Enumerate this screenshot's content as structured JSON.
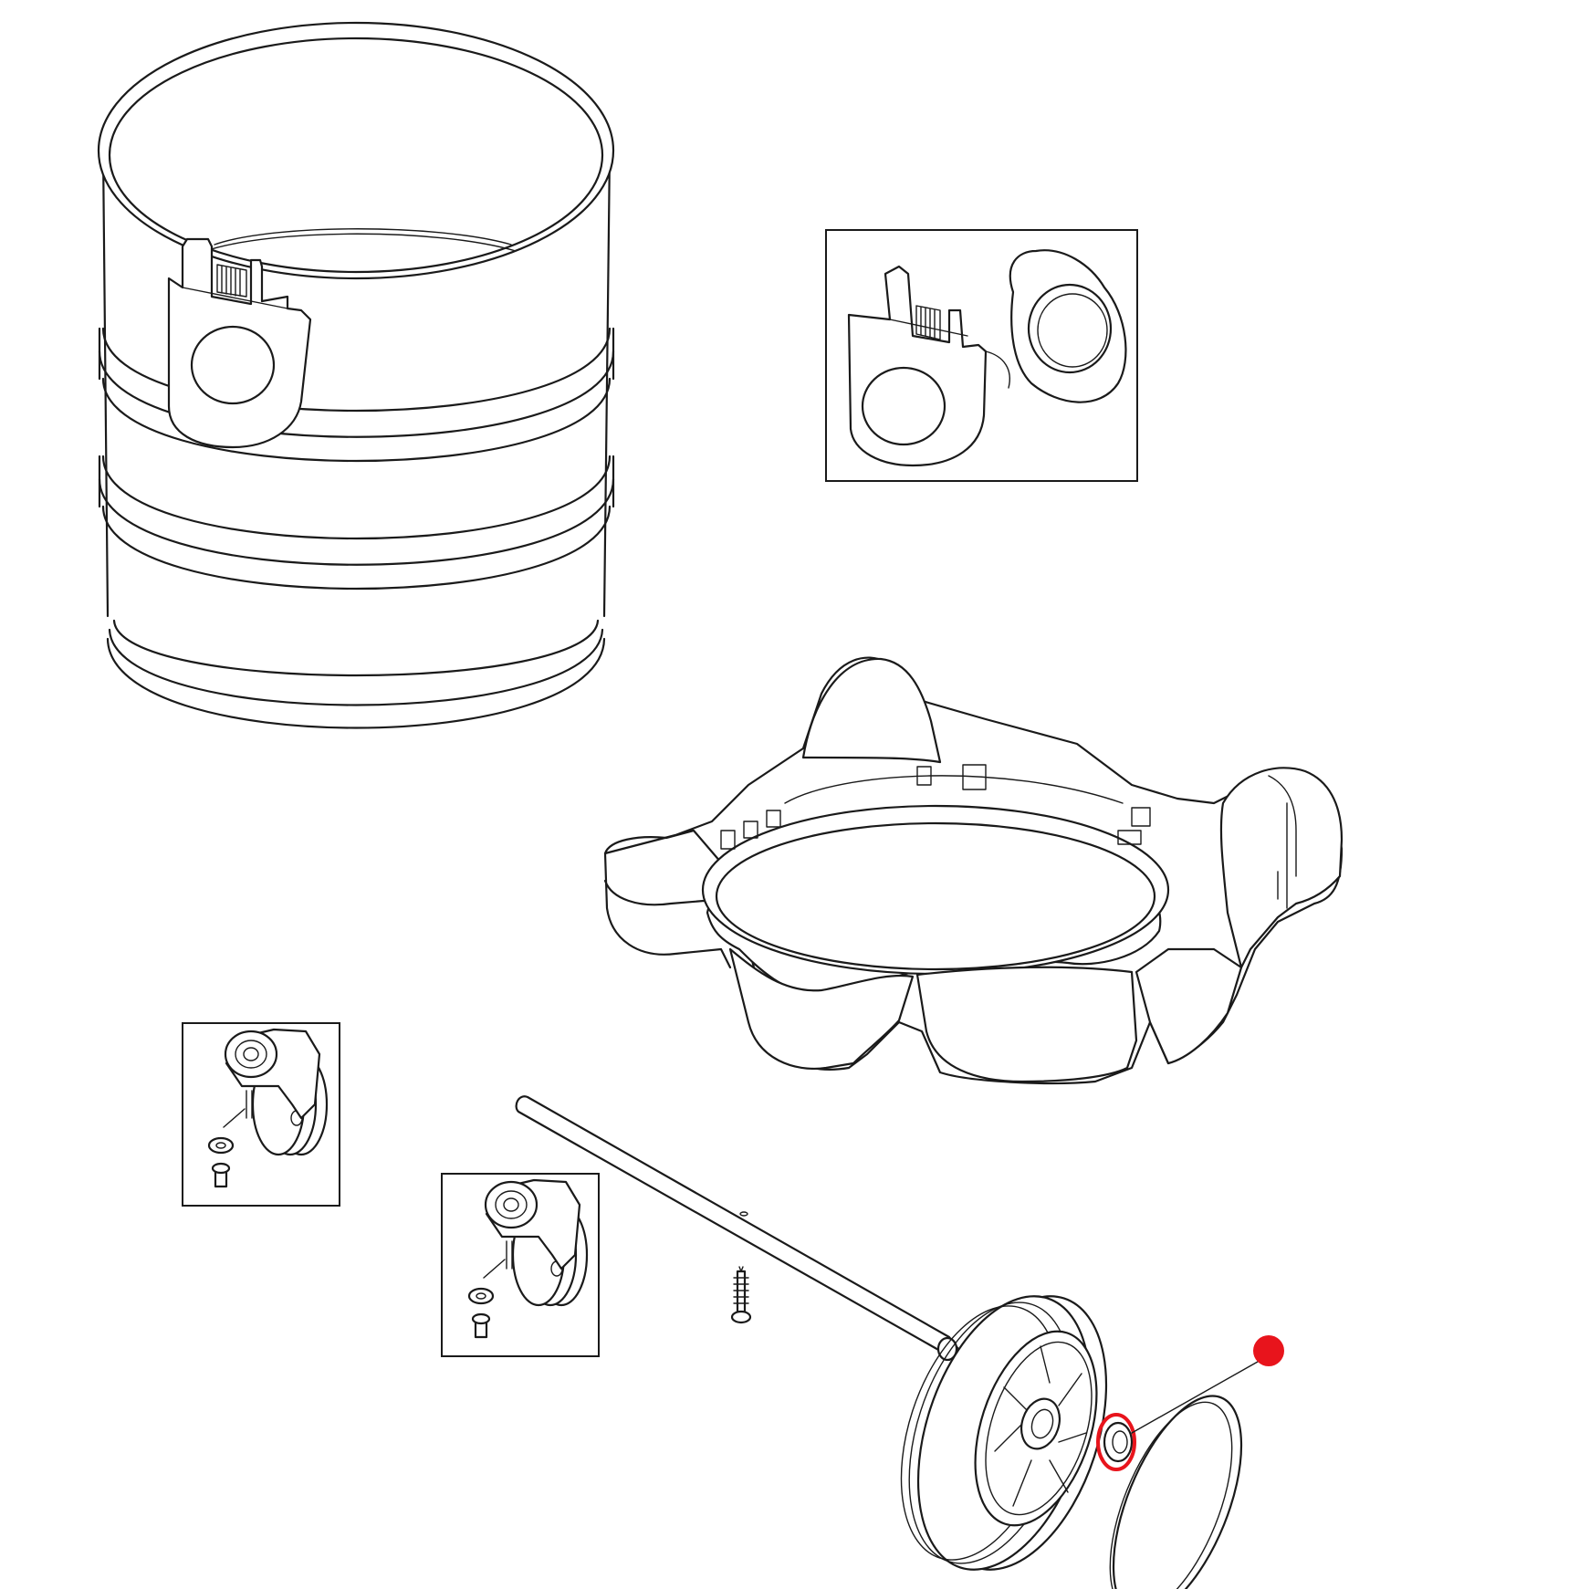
{
  "highlight": {
    "color": "#e8141c",
    "target": "wheel-hub-washer"
  },
  "parts": [
    "dust-container-drum",
    "clip-detail-inset",
    "base-chassis",
    "castor-detail-inset-1",
    "castor-detail-inset-2",
    "axle-rod",
    "axle-screw",
    "rear-wheel",
    "wheel-hub-washer",
    "hub-cap"
  ]
}
